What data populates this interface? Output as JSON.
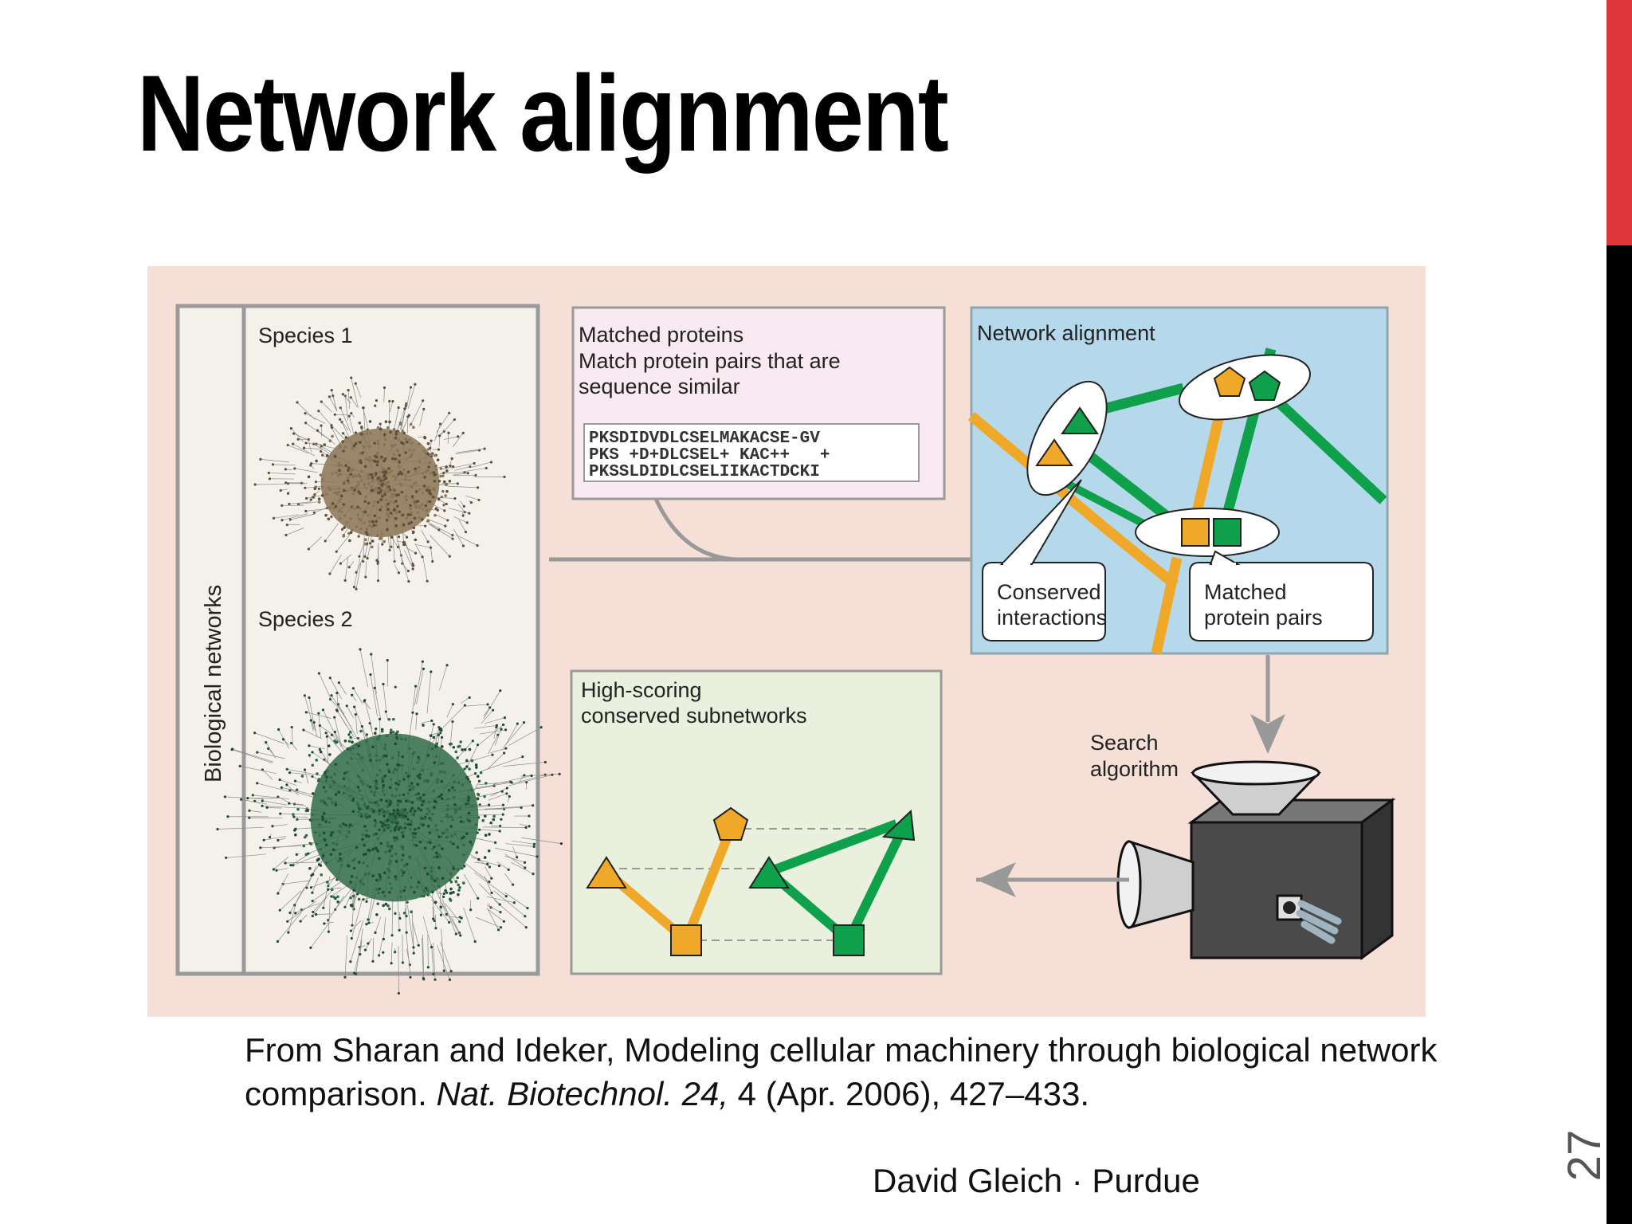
{
  "slide": {
    "title": "Network alignment",
    "number": "27",
    "author": "David Gleich · Purdue"
  },
  "colors": {
    "accent_red": "#e0383a",
    "bar_black": "#000000",
    "figure_bg": "#f6dfd7",
    "orange": "#f0a828",
    "green": "#0ea04b",
    "blue_panel": "#b5d9ea",
    "pink_panel": "#f8eaf0",
    "green_panel": "#e9f0de",
    "species1_cluster": "#8a7455",
    "species2_cluster": "#2f6b48"
  },
  "figure": {
    "networks_label": "Biological networks",
    "species1": "Species 1",
    "species2": "Species 2",
    "matched_title": "Matched proteins",
    "matched_desc_line1": "Match protein pairs that are",
    "matched_desc_line2": "sequence similar",
    "seq_line1": "PKSDIDVDLCSELMAKACSE-GV",
    "seq_line2": "PKS +D+DLCSEL+ KAC++   +",
    "seq_line3": "PKSSLDIDLCSELIIKACTDCKI",
    "alignment_title": "Network alignment",
    "conserved_line1": "Conserved",
    "conserved_line2": "interactions",
    "matched_pairs_line1": "Matched",
    "matched_pairs_line2": "protein pairs",
    "high_scoring_line1": "High-scoring",
    "high_scoring_line2": "conserved subnetworks",
    "search_line1": "Search",
    "search_line2": "algorithm"
  },
  "citation": {
    "part1": "From Sharan and Ideker, Modeling cellular machinery through biological network comparison. ",
    "journal": "Nat. Biotechnol. 24,",
    "part2": " 4 (Apr. 2006), 427–433."
  }
}
